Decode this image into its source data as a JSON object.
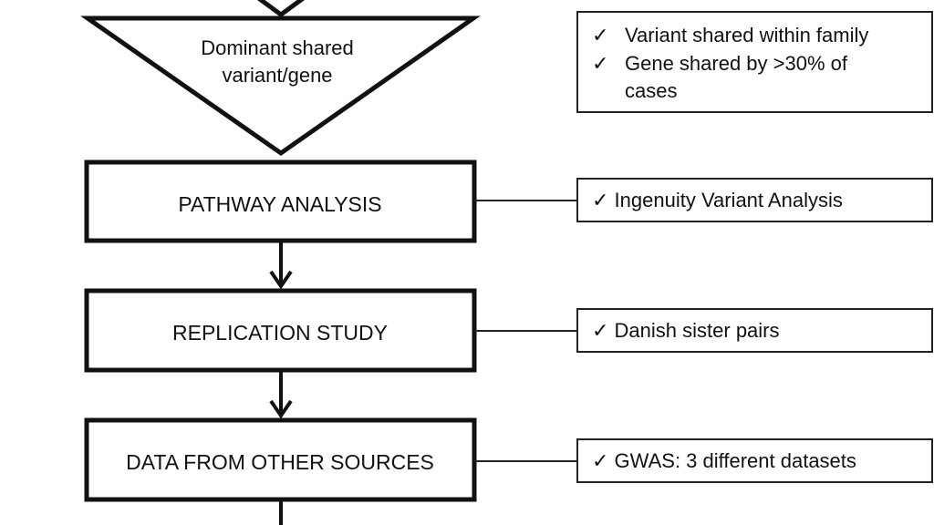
{
  "flow": {
    "decision": {
      "line1": "Dominant shared",
      "line2": "variant/gene"
    },
    "steps": [
      {
        "label": "PATHWAY ANALYSIS"
      },
      {
        "label": "REPLICATION STUDY"
      },
      {
        "label": "DATA FROM OTHER SOURCES"
      }
    ]
  },
  "notes": {
    "criteria": {
      "items": [
        {
          "check": "✓",
          "line1": "Variant shared within family",
          "line2": ""
        },
        {
          "check": "✓",
          "line1": "Gene shared by >30% of",
          "line2": "cases"
        }
      ]
    },
    "pathway": {
      "text": "✓ Ingenuity Variant Analysis"
    },
    "replication": {
      "text": "✓ Danish sister pairs"
    },
    "other_sources": {
      "text": "✓ GWAS: 3 different datasets"
    }
  },
  "colors": {
    "stroke": "#111111",
    "thin_stroke": "#222222",
    "background": "#ffffff"
  }
}
